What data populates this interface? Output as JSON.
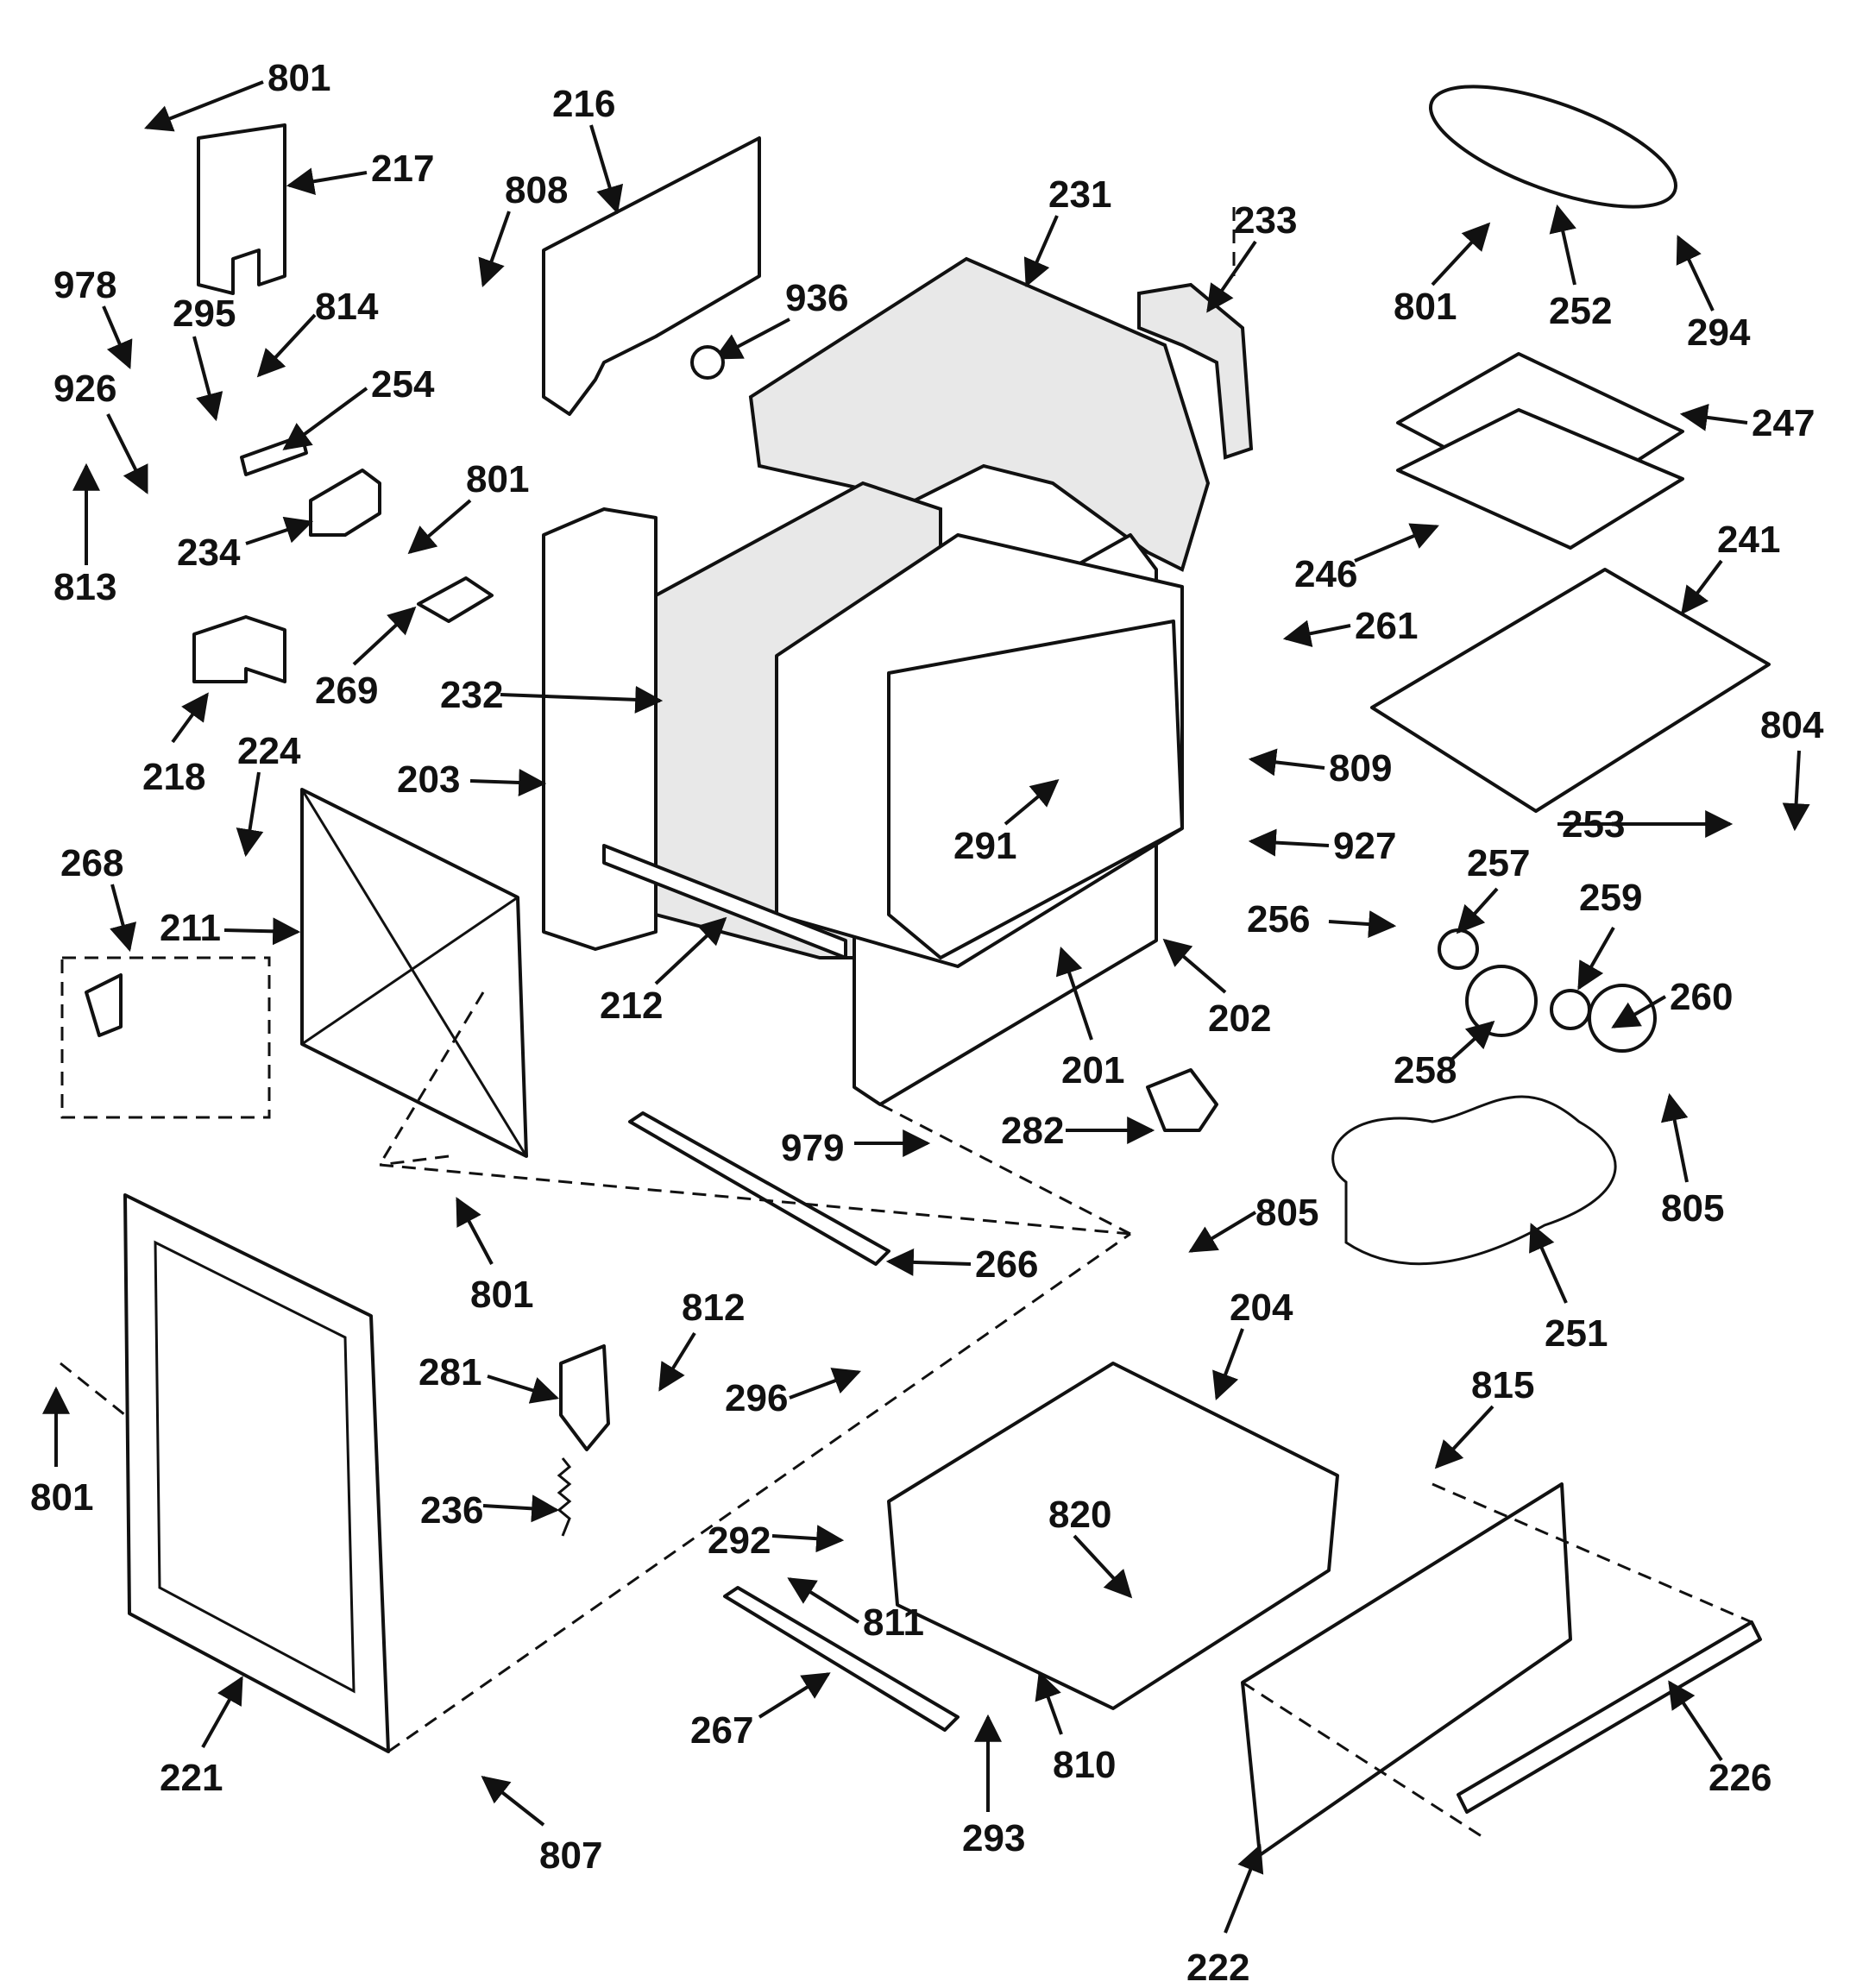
{
  "diagram": {
    "callouts": [
      "801",
      "217",
      "216",
      "808",
      "231",
      "233",
      "801",
      "252",
      "294",
      "978",
      "295",
      "814",
      "254",
      "936",
      "926",
      "813",
      "234",
      "801",
      "247",
      "246",
      "241",
      "261",
      "269",
      "232",
      "218",
      "224",
      "203",
      "268",
      "211",
      "212",
      "291",
      "809",
      "804",
      "927",
      "253",
      "257",
      "256",
      "259",
      "202",
      "201",
      "260",
      "258",
      "282",
      "805",
      "805",
      "979",
      "251",
      "801",
      "266",
      "812",
      "204",
      "281",
      "296",
      "815",
      "801",
      "236",
      "292",
      "820",
      "811",
      "267",
      "293",
      "810",
      "226",
      "221",
      "807",
      "222"
    ]
  }
}
